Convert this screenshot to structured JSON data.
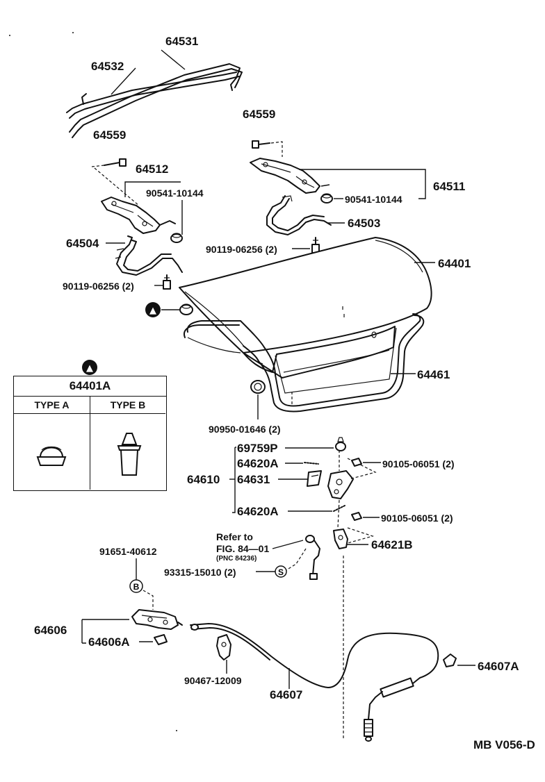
{
  "diagram": {
    "parts": {
      "p64531": "64531",
      "p64532": "64532",
      "p64559_left": "64559",
      "p64559_right": "64559",
      "p64512": "64512",
      "p90541_left": "90541-10144",
      "p90541_right": "90541-10144",
      "p64511": "64511",
      "p64503": "64503",
      "p64504": "64504",
      "p90119_left": "90119-06256 (2)",
      "p90119_right": "90119-06256 (2)",
      "p64401": "64401",
      "p64461": "64461",
      "p90950": "90950-01646 (2)",
      "p69759P": "69759P",
      "p64620A_top": "64620A",
      "p64610": "64610",
      "p64631": "64631",
      "p64620A_bottom": "64620A",
      "p90105_top": "90105-06051 (2)",
      "p90105_bottom": "90105-06051 (2)",
      "refer_line1": "Refer to",
      "refer_line2": "FIG. 84—01",
      "refer_line3": "(PNC 84236)",
      "p64621B": "64621B",
      "p91651": "91651-40612",
      "p93315": "93315-15010 (2)",
      "p64606": "64606",
      "p64606A": "64606A",
      "p90467": "90467-12009",
      "p64607": "64607",
      "p64607A": "64607A"
    },
    "markers": {
      "triangle": "▲",
      "circle_b": "B",
      "circle_s": "S"
    },
    "type_table": {
      "title": "64401A",
      "type_a": "TYPE A",
      "type_b": "TYPE B"
    },
    "figure_code": "MB V056-D"
  }
}
